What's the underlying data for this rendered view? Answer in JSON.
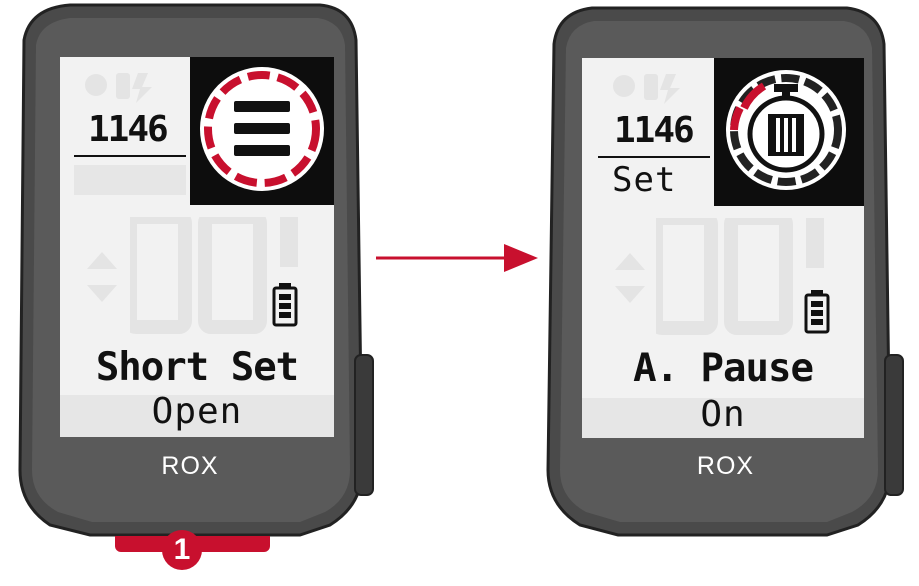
{
  "colors": {
    "accent": "#c8102e",
    "device_body": "#4a4a4a",
    "screen": "#f2f2f2",
    "icon_panel": "#0d0d0d"
  },
  "left_device": {
    "time": "11:46",
    "time_display": "1146",
    "menu_icon": "hamburger-menu-icon",
    "title": "Short Set",
    "subtitle": "Open",
    "brand": "ROX"
  },
  "right_device": {
    "time_display": "1146",
    "setting_label": "Set",
    "menu_icon": "stopwatch-icon",
    "title": "A. Pause",
    "subtitle": "On",
    "brand": "ROX"
  },
  "step_badge": "1",
  "transition_arrow": "arrow-right-icon"
}
